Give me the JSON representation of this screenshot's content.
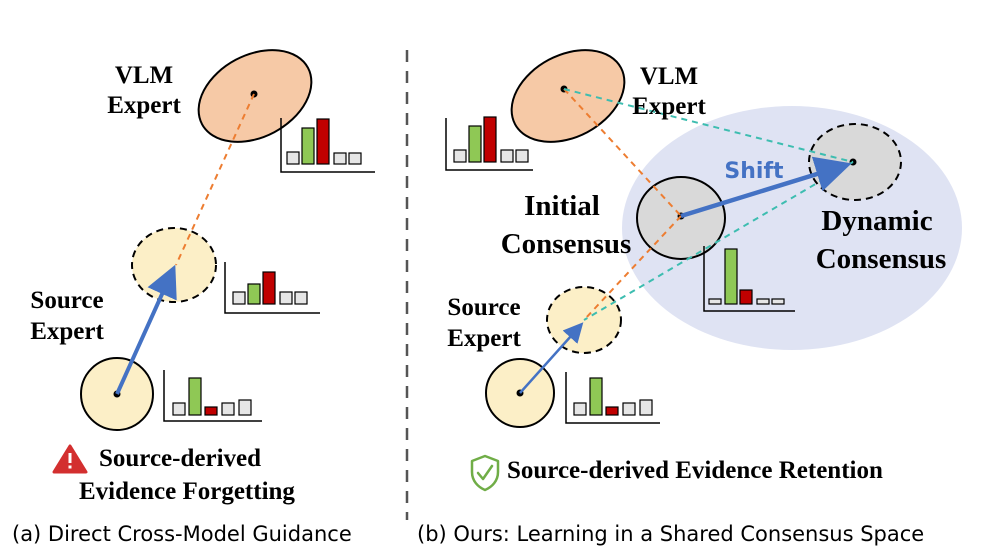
{
  "panel_a": {
    "vlm_label_line1": "VLM",
    "vlm_label_line2": "Expert",
    "source_label_line1": "Source",
    "source_label_line2": "Expert",
    "warning_line1": "Source-derived",
    "warning_line2": "Evidence Forgetting",
    "caption": "(a) Direct Cross-Model Guidance"
  },
  "panel_b": {
    "vlm_label_line1": "VLM",
    "vlm_label_line2": "Expert",
    "initial_line1": "Initial",
    "initial_line2": "Consensus",
    "shift_label": "Shift",
    "dynamic_line1": "Dynamic",
    "dynamic_line2": "Consensus",
    "source_label_line1": "Source",
    "source_label_line2": "Expert",
    "retention_label": "Source-derived Evidence Retention",
    "caption": "(b) Ours: Learning in a Shared Consensus Space"
  },
  "colors": {
    "vlm_fill": "#f6c9a6",
    "source_fill": "#fcefc7",
    "consensus_fill": "#d9d9d9",
    "shared_space": "#dfe3f3",
    "arrow_blue": "#4472c4",
    "orange_dash": "#ed7d31",
    "teal_dash": "#3dbdb0",
    "bar_green": "#8fc855",
    "bar_red": "#c00000",
    "bar_gray": "#e6e6e6",
    "warning_red": "#d32f2f",
    "shield_green": "#70ad47"
  },
  "icons": {
    "warning": "warning-triangle-icon",
    "shield": "shield-check-icon"
  }
}
